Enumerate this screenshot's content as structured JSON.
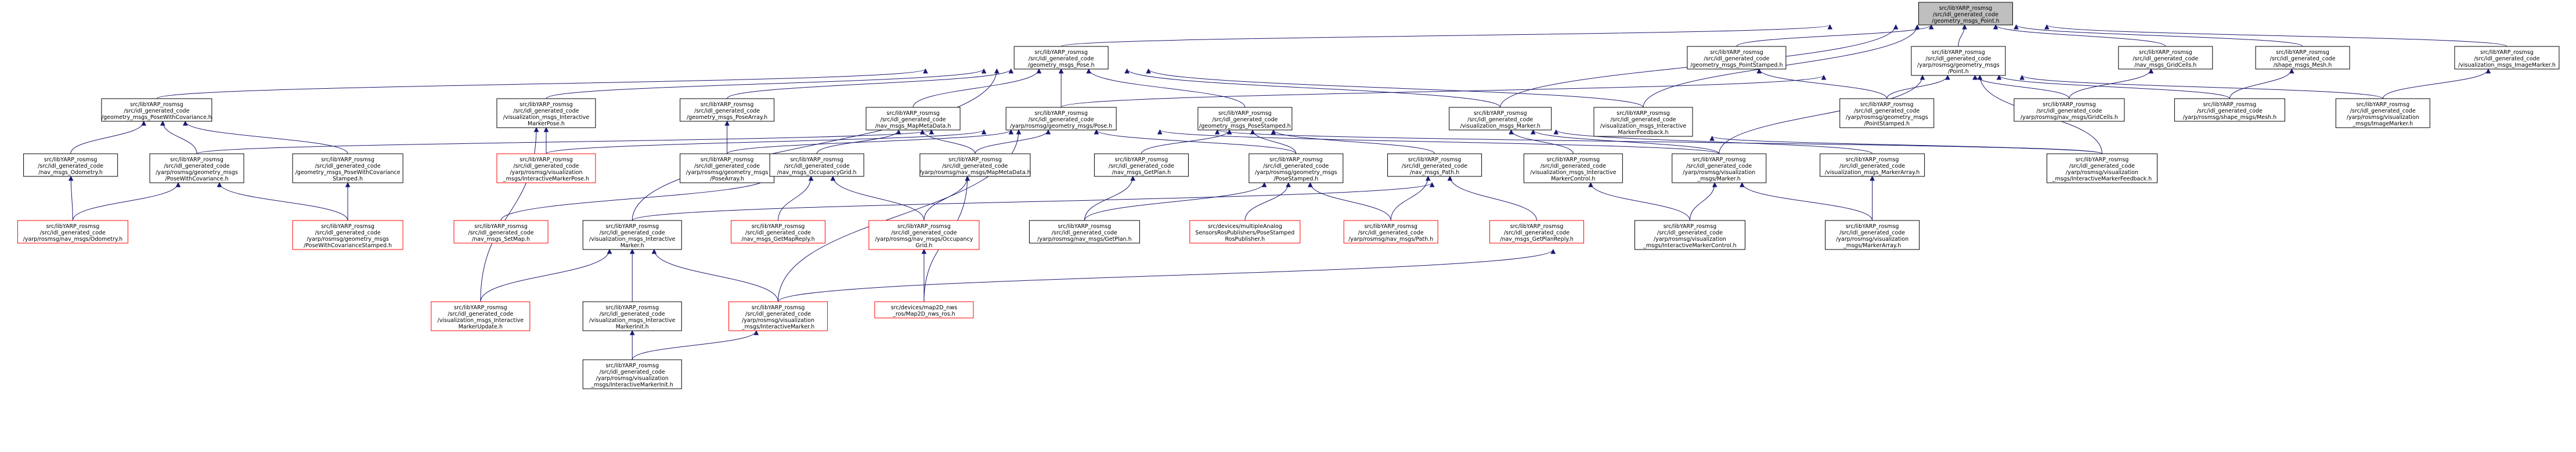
{
  "nodes": [
    {
      "id": "root",
      "lines": [
        "src/libYARP_rosmsg",
        "/src/idl_generated_code",
        "/geometry_msgs_Point.h"
      ],
      "style": "root"
    },
    {
      "id": "pose_h",
      "lines": [
        "src/libYARP_rosmsg",
        "/src/idl_generated_code",
        "/geometry_msgs_Pose.h"
      ],
      "style": "normal"
    },
    {
      "id": "point_stamped_h",
      "lines": [
        "src/libYARP_rosmsg",
        "/src/idl_generated_code",
        "/geometry_msgs_PointStamped.h"
      ],
      "style": "normal"
    },
    {
      "id": "yarp_point",
      "lines": [
        "src/libYARP_rosmsg",
        "/src/idl_generated_code",
        "/yarp/rosmsg/geometry_msgs",
        "/Point.h"
      ],
      "style": "normal"
    },
    {
      "id": "nav_gridcells_h",
      "lines": [
        "src/libYARP_rosmsg",
        "/src/idl_generated_code",
        "/nav_msgs_GridCells.h"
      ],
      "style": "normal"
    },
    {
      "id": "shape_mesh_h",
      "lines": [
        "src/libYARP_rosmsg",
        "/src/idl_generated_code",
        "/shape_msgs_Mesh.h"
      ],
      "style": "normal"
    },
    {
      "id": "vis_imagemarker_h",
      "lines": [
        "src/libYARP_rosmsg",
        "/src/idl_generated_code",
        "/visualization_msgs_ImageMarker.h"
      ],
      "style": "normal"
    },
    {
      "id": "pose_with_cov_h",
      "lines": [
        "src/libYARP_rosmsg",
        "/src/idl_generated_code",
        "/geometry_msgs_PoseWithCovariance.h"
      ],
      "style": "normal"
    },
    {
      "id": "vis_int_marker_pose_h",
      "lines": [
        "src/libYARP_rosmsg",
        "/src/idl_generated_code",
        "/visualization_msgs_Interactive",
        "MarkerPose.h"
      ],
      "style": "normal"
    },
    {
      "id": "pose_array_h",
      "lines": [
        "src/libYARP_rosmsg",
        "/src/idl_generated_code",
        "/geometry_msgs_PoseArray.h"
      ],
      "style": "normal"
    },
    {
      "id": "nav_mapmetadata_h",
      "lines": [
        "src/libYARP_rosmsg",
        "/src/idl_generated_code",
        "/nav_msgs_MapMetaData.h"
      ],
      "style": "normal"
    },
    {
      "id": "yarp_pose",
      "lines": [
        "src/libYARP_rosmsg",
        "/src/idl_generated_code",
        "/yarp/rosmsg/geometry_msgs/Pose.h"
      ],
      "style": "normal"
    },
    {
      "id": "pose_stamped_h",
      "lines": [
        "src/libYARP_rosmsg",
        "/src/idl_generated_code",
        "/geometry_msgs_PoseStamped.h"
      ],
      "style": "normal"
    },
    {
      "id": "vis_marker_h",
      "lines": [
        "src/libYARP_rosmsg",
        "/src/idl_generated_code",
        "/visualization_msgs_Marker.h"
      ],
      "style": "normal"
    },
    {
      "id": "vis_int_marker_feedback_h",
      "lines": [
        "src/libYARP_rosmsg",
        "/src/idl_generated_code",
        "/visualization_msgs_Interactive",
        "MarkerFeedback.h"
      ],
      "style": "normal"
    },
    {
      "id": "yarp_point_stamped",
      "lines": [
        "src/libYARP_rosmsg",
        "/src/idl_generated_code",
        "/yarp/rosmsg/geometry_msgs",
        "/PointStamped.h"
      ],
      "style": "normal"
    },
    {
      "id": "yarp_gridcells",
      "lines": [
        "src/libYARP_rosmsg",
        "/src/idl_generated_code",
        "/yarp/rosmsg/nav_msgs/GridCells.h"
      ],
      "style": "normal"
    },
    {
      "id": "yarp_mesh",
      "lines": [
        "src/libYARP_rosmsg",
        "/src/idl_generated_code",
        "/yarp/rosmsg/shape_msgs/Mesh.h"
      ],
      "style": "normal"
    },
    {
      "id": "yarp_imagemarker",
      "lines": [
        "src/libYARP_rosmsg",
        "/src/idl_generated_code",
        "/yarp/rosmsg/visualization",
        "_msgs/ImageMarker.h"
      ],
      "style": "normal"
    },
    {
      "id": "nav_odometry_h",
      "lines": [
        "src/libYARP_rosmsg",
        "/src/idl_generated_code",
        "/nav_msgs_Odometry.h"
      ],
      "style": "normal"
    },
    {
      "id": "yarp_pose_with_cov",
      "lines": [
        "src/libYARP_rosmsg",
        "/src/idl_generated_code",
        "/yarp/rosmsg/geometry_msgs",
        "/PoseWithCovariance.h"
      ],
      "style": "normal"
    },
    {
      "id": "pose_with_cov_stamped_h",
      "lines": [
        "src/libYARP_rosmsg",
        "/src/idl_generated_code",
        "/geometry_msgs_PoseWithCovariance",
        "Stamped.h"
      ],
      "style": "normal"
    },
    {
      "id": "yarp_int_marker_pose",
      "lines": [
        "src/libYARP_rosmsg",
        "/src/idl_generated_code",
        "/yarp/rosmsg/visualization",
        "_msgs/InteractiveMarkerPose.h"
      ],
      "style": "red"
    },
    {
      "id": "yarp_pose_array",
      "lines": [
        "src/libYARP_rosmsg",
        "/src/idl_generated_code",
        "/yarp/rosmsg/geometry_msgs",
        "/PoseArray.h"
      ],
      "style": "normal"
    },
    {
      "id": "nav_occupancygrid_h",
      "lines": [
        "src/libYARP_rosmsg",
        "/src/idl_generated_code",
        "/nav_msgs_OccupancyGrid.h"
      ],
      "style": "normal"
    },
    {
      "id": "yarp_mapmetadata",
      "lines": [
        "src/libYARP_rosmsg",
        "/src/idl_generated_code",
        "/yarp/rosmsg/nav_msgs/MapMetaData.h"
      ],
      "style": "normal"
    },
    {
      "id": "nav_getplan_h",
      "lines": [
        "src/libYARP_rosmsg",
        "/src/idl_generated_code",
        "/nav_msgs_GetPlan.h"
      ],
      "style": "normal"
    },
    {
      "id": "yarp_pose_stamped",
      "lines": [
        "src/libYARP_rosmsg",
        "/src/idl_generated_code",
        "/yarp/rosmsg/geometry_msgs",
        "/PoseStamped.h"
      ],
      "style": "normal"
    },
    {
      "id": "nav_path_h",
      "lines": [
        "src/libYARP_rosmsg",
        "/src/idl_generated_code",
        "/nav_msgs_Path.h"
      ],
      "style": "normal"
    },
    {
      "id": "vis_int_marker_control_h",
      "lines": [
        "src/libYARP_rosmsg",
        "/src/idl_generated_code",
        "/visualization_msgs_Interactive",
        "MarkerControl.h"
      ],
      "style": "normal"
    },
    {
      "id": "yarp_marker",
      "lines": [
        "src/libYARP_rosmsg",
        "/src/idl_generated_code",
        "/yarp/rosmsg/visualization",
        "_msgs/Marker.h"
      ],
      "style": "normal"
    },
    {
      "id": "vis_markerarray_h",
      "lines": [
        "src/libYARP_rosmsg",
        "/src/idl_generated_code",
        "/visualization_msgs_MarkerArray.h"
      ],
      "style": "normal"
    },
    {
      "id": "yarp_int_marker_feedback",
      "lines": [
        "src/libYARP_rosmsg",
        "/src/idl_generated_code",
        "/yarp/rosmsg/visualization",
        "_msgs/InteractiveMarkerFeedback.h"
      ],
      "style": "normal"
    },
    {
      "id": "yarp_odometry",
      "lines": [
        "src/libYARP_rosmsg",
        "/src/idl_generated_code",
        "/yarp/rosmsg/nav_msgs/Odometry.h"
      ],
      "style": "red"
    },
    {
      "id": "yarp_pose_with_cov_stamped",
      "lines": [
        "src/libYARP_rosmsg",
        "/src/idl_generated_code",
        "/yarp/rosmsg/geometry_msgs",
        "/PoseWithCovarianceStamped.h"
      ],
      "style": "red"
    },
    {
      "id": "nav_setmap_h",
      "lines": [
        "src/libYARP_rosmsg",
        "/src/idl_generated_code",
        "/nav_msgs_SetMap.h"
      ],
      "style": "red"
    },
    {
      "id": "vis_int_marker_h",
      "lines": [
        "src/libYARP_rosmsg",
        "/src/idl_generated_code",
        "/visualization_msgs_Interactive",
        "Marker.h"
      ],
      "style": "normal"
    },
    {
      "id": "nav_getmapreply_h",
      "lines": [
        "src/libYARP_rosmsg",
        "/src/idl_generated_code",
        "/nav_msgs_GetMapReply.h"
      ],
      "style": "red"
    },
    {
      "id": "yarp_occupancygrid",
      "lines": [
        "src/libYARP_rosmsg",
        "/src/idl_generated_code",
        "/yarp/rosmsg/nav_msgs/Occupancy",
        "Grid.h"
      ],
      "style": "red"
    },
    {
      "id": "yarp_getplan",
      "lines": [
        "src/libYARP_rosmsg",
        "/src/idl_generated_code",
        "/yarp/rosmsg/nav_msgs/GetPlan.h"
      ],
      "style": "normal"
    },
    {
      "id": "multiple_analog",
      "lines": [
        "src/devices/multipleAnalog",
        "SensorsRosPublishers/PoseStamped",
        "RosPublisher.h"
      ],
      "style": "red"
    },
    {
      "id": "yarp_path",
      "lines": [
        "src/libYARP_rosmsg",
        "/src/idl_generated_code",
        "/yarp/rosmsg/nav_msgs/Path.h"
      ],
      "style": "red"
    },
    {
      "id": "nav_getplanreply_h",
      "lines": [
        "src/libYARP_rosmsg",
        "/src/idl_generated_code",
        "/nav_msgs_GetPlanReply.h"
      ],
      "style": "red"
    },
    {
      "id": "yarp_int_marker_control",
      "lines": [
        "src/libYARP_rosmsg",
        "/src/idl_generated_code",
        "/yarp/rosmsg/visualization",
        "_msgs/InteractiveMarkerControl.h"
      ],
      "style": "normal"
    },
    {
      "id": "yarp_markerarray",
      "lines": [
        "src/libYARP_rosmsg",
        "/src/idl_generated_code",
        "/yarp/rosmsg/visualization",
        "_msgs/MarkerArray.h"
      ],
      "style": "normal"
    },
    {
      "id": "vis_int_marker_update_h",
      "lines": [
        "src/libYARP_rosmsg",
        "/src/idl_generated_code",
        "/visualization_msgs_Interactive",
        "MarkerUpdate.h"
      ],
      "style": "red"
    },
    {
      "id": "vis_int_marker_init_h",
      "lines": [
        "src/libYARP_rosmsg",
        "/src/idl_generated_code",
        "/visualization_msgs_Interactive",
        "MarkerInit.h"
      ],
      "style": "normal"
    },
    {
      "id": "yarp_int_marker",
      "lines": [
        "src/libYARP_rosmsg",
        "/src/idl_generated_code",
        "/yarp/rosmsg/visualization",
        "_msgs/InteractiveMarker.h"
      ],
      "style": "red"
    },
    {
      "id": "map2d_nws",
      "lines": [
        "src/devices/map2D_nws",
        "_ros/Map2D_nws_ros.h"
      ],
      "style": "red"
    },
    {
      "id": "yarp_int_marker_init",
      "lines": [
        "src/libYARP_rosmsg",
        "/src/idl_generated_code",
        "/yarp/rosmsg/visualization",
        "_msgs/InteractiveMarkerInit.h"
      ],
      "style": "normal"
    }
  ],
  "edges": [
    [
      "root",
      "pose_h"
    ],
    [
      "root",
      "point_stamped_h"
    ],
    [
      "root",
      "yarp_point"
    ],
    [
      "root",
      "nav_gridcells_h"
    ],
    [
      "root",
      "shape_mesh_h"
    ],
    [
      "root",
      "vis_imagemarker_h"
    ],
    [
      "root",
      "vis_marker_h"
    ],
    [
      "root",
      "vis_int_marker_feedback_h"
    ],
    [
      "pose_h",
      "pose_with_cov_h"
    ],
    [
      "pose_h",
      "vis_int_marker_pose_h"
    ],
    [
      "pose_h",
      "pose_array_h"
    ],
    [
      "pose_h",
      "nav_mapmetadata_h"
    ],
    [
      "pose_h",
      "yarp_pose"
    ],
    [
      "pose_h",
      "pose_stamped_h"
    ],
    [
      "pose_h",
      "vis_marker_h"
    ],
    [
      "pose_h",
      "vis_int_marker_feedback_h"
    ],
    [
      "pose_h",
      "vis_int_marker_h"
    ],
    [
      "point_stamped_h",
      "yarp_point_stamped"
    ],
    [
      "yarp_point",
      "yarp_point_stamped"
    ],
    [
      "yarp_point",
      "yarp_gridcells"
    ],
    [
      "yarp_point",
      "yarp_mesh"
    ],
    [
      "yarp_point",
      "yarp_imagemarker"
    ],
    [
      "yarp_point",
      "yarp_pose"
    ],
    [
      "yarp_point",
      "yarp_marker"
    ],
    [
      "yarp_point",
      "yarp_int_marker_feedback"
    ],
    [
      "nav_gridcells_h",
      "yarp_gridcells"
    ],
    [
      "shape_mesh_h",
      "yarp_mesh"
    ],
    [
      "vis_imagemarker_h",
      "yarp_imagemarker"
    ],
    [
      "pose_with_cov_h",
      "nav_odometry_h"
    ],
    [
      "pose_with_cov_h",
      "yarp_pose_with_cov"
    ],
    [
      "pose_with_cov_h",
      "pose_with_cov_stamped_h"
    ],
    [
      "vis_int_marker_pose_h",
      "yarp_int_marker_pose"
    ],
    [
      "vis_int_marker_pose_h",
      "vis_int_marker_update_h"
    ],
    [
      "pose_array_h",
      "yarp_pose_array"
    ],
    [
      "nav_mapmetadata_h",
      "nav_occupancygrid_h"
    ],
    [
      "nav_mapmetadata_h",
      "yarp_mapmetadata"
    ],
    [
      "yarp_pose",
      "yarp_pose_with_cov"
    ],
    [
      "yarp_pose",
      "yarp_int_marker_pose"
    ],
    [
      "yarp_pose",
      "yarp_pose_array"
    ],
    [
      "yarp_pose",
      "yarp_mapmetadata"
    ],
    [
      "yarp_pose",
      "yarp_pose_stamped"
    ],
    [
      "yarp_pose",
      "yarp_marker"
    ],
    [
      "yarp_pose",
      "yarp_int_marker_feedback"
    ],
    [
      "yarp_pose",
      "yarp_int_marker"
    ],
    [
      "pose_stamped_h",
      "nav_getplan_h"
    ],
    [
      "pose_stamped_h",
      "yarp_pose_stamped"
    ],
    [
      "pose_stamped_h",
      "nav_path_h"
    ],
    [
      "vis_marker_h",
      "vis_int_marker_control_h"
    ],
    [
      "vis_marker_h",
      "yarp_marker"
    ],
    [
      "vis_marker_h",
      "vis_markerarray_h"
    ],
    [
      "vis_int_marker_feedback_h",
      "yarp_int_marker_feedback"
    ],
    [
      "nav_odometry_h",
      "yarp_odometry"
    ],
    [
      "yarp_pose_with_cov",
      "yarp_odometry"
    ],
    [
      "yarp_pose_with_cov",
      "yarp_pose_with_cov_stamped"
    ],
    [
      "pose_with_cov_stamped_h",
      "yarp_pose_with_cov_stamped"
    ],
    [
      "nav_occupancygrid_h",
      "nav_setmap_h"
    ],
    [
      "nav_occupancygrid_h",
      "nav_getmapreply_h"
    ],
    [
      "nav_occupancygrid_h",
      "yarp_occupancygrid"
    ],
    [
      "yarp_mapmetadata",
      "yarp_occupancygrid"
    ],
    [
      "yarp_mapmetadata",
      "map2d_nws"
    ],
    [
      "nav_getplan_h",
      "yarp_getplan"
    ],
    [
      "yarp_pose_stamped",
      "yarp_getplan"
    ],
    [
      "yarp_pose_stamped",
      "multiple_analog"
    ],
    [
      "yarp_pose_stamped",
      "yarp_path"
    ],
    [
      "nav_path_h",
      "nav_getplanreply_h"
    ],
    [
      "nav_path_h",
      "yarp_path"
    ],
    [
      "vis_int_marker_control_h",
      "yarp_int_marker_control"
    ],
    [
      "vis_int_marker_control_h",
      "vis_int_marker_h"
    ],
    [
      "yarp_marker",
      "yarp_int_marker_control"
    ],
    [
      "yarp_marker",
      "yarp_markerarray"
    ],
    [
      "vis_markerarray_h",
      "yarp_markerarray"
    ],
    [
      "vis_int_marker_h",
      "vis_int_marker_update_h"
    ],
    [
      "vis_int_marker_h",
      "vis_int_marker_init_h"
    ],
    [
      "vis_int_marker_h",
      "yarp_int_marker"
    ],
    [
      "yarp_int_marker_control",
      "yarp_int_marker"
    ],
    [
      "yarp_occupancygrid",
      "map2d_nws"
    ],
    [
      "vis_int_marker_init_h",
      "yarp_int_marker_init"
    ],
    [
      "yarp_int_marker",
      "yarp_int_marker_init"
    ]
  ]
}
